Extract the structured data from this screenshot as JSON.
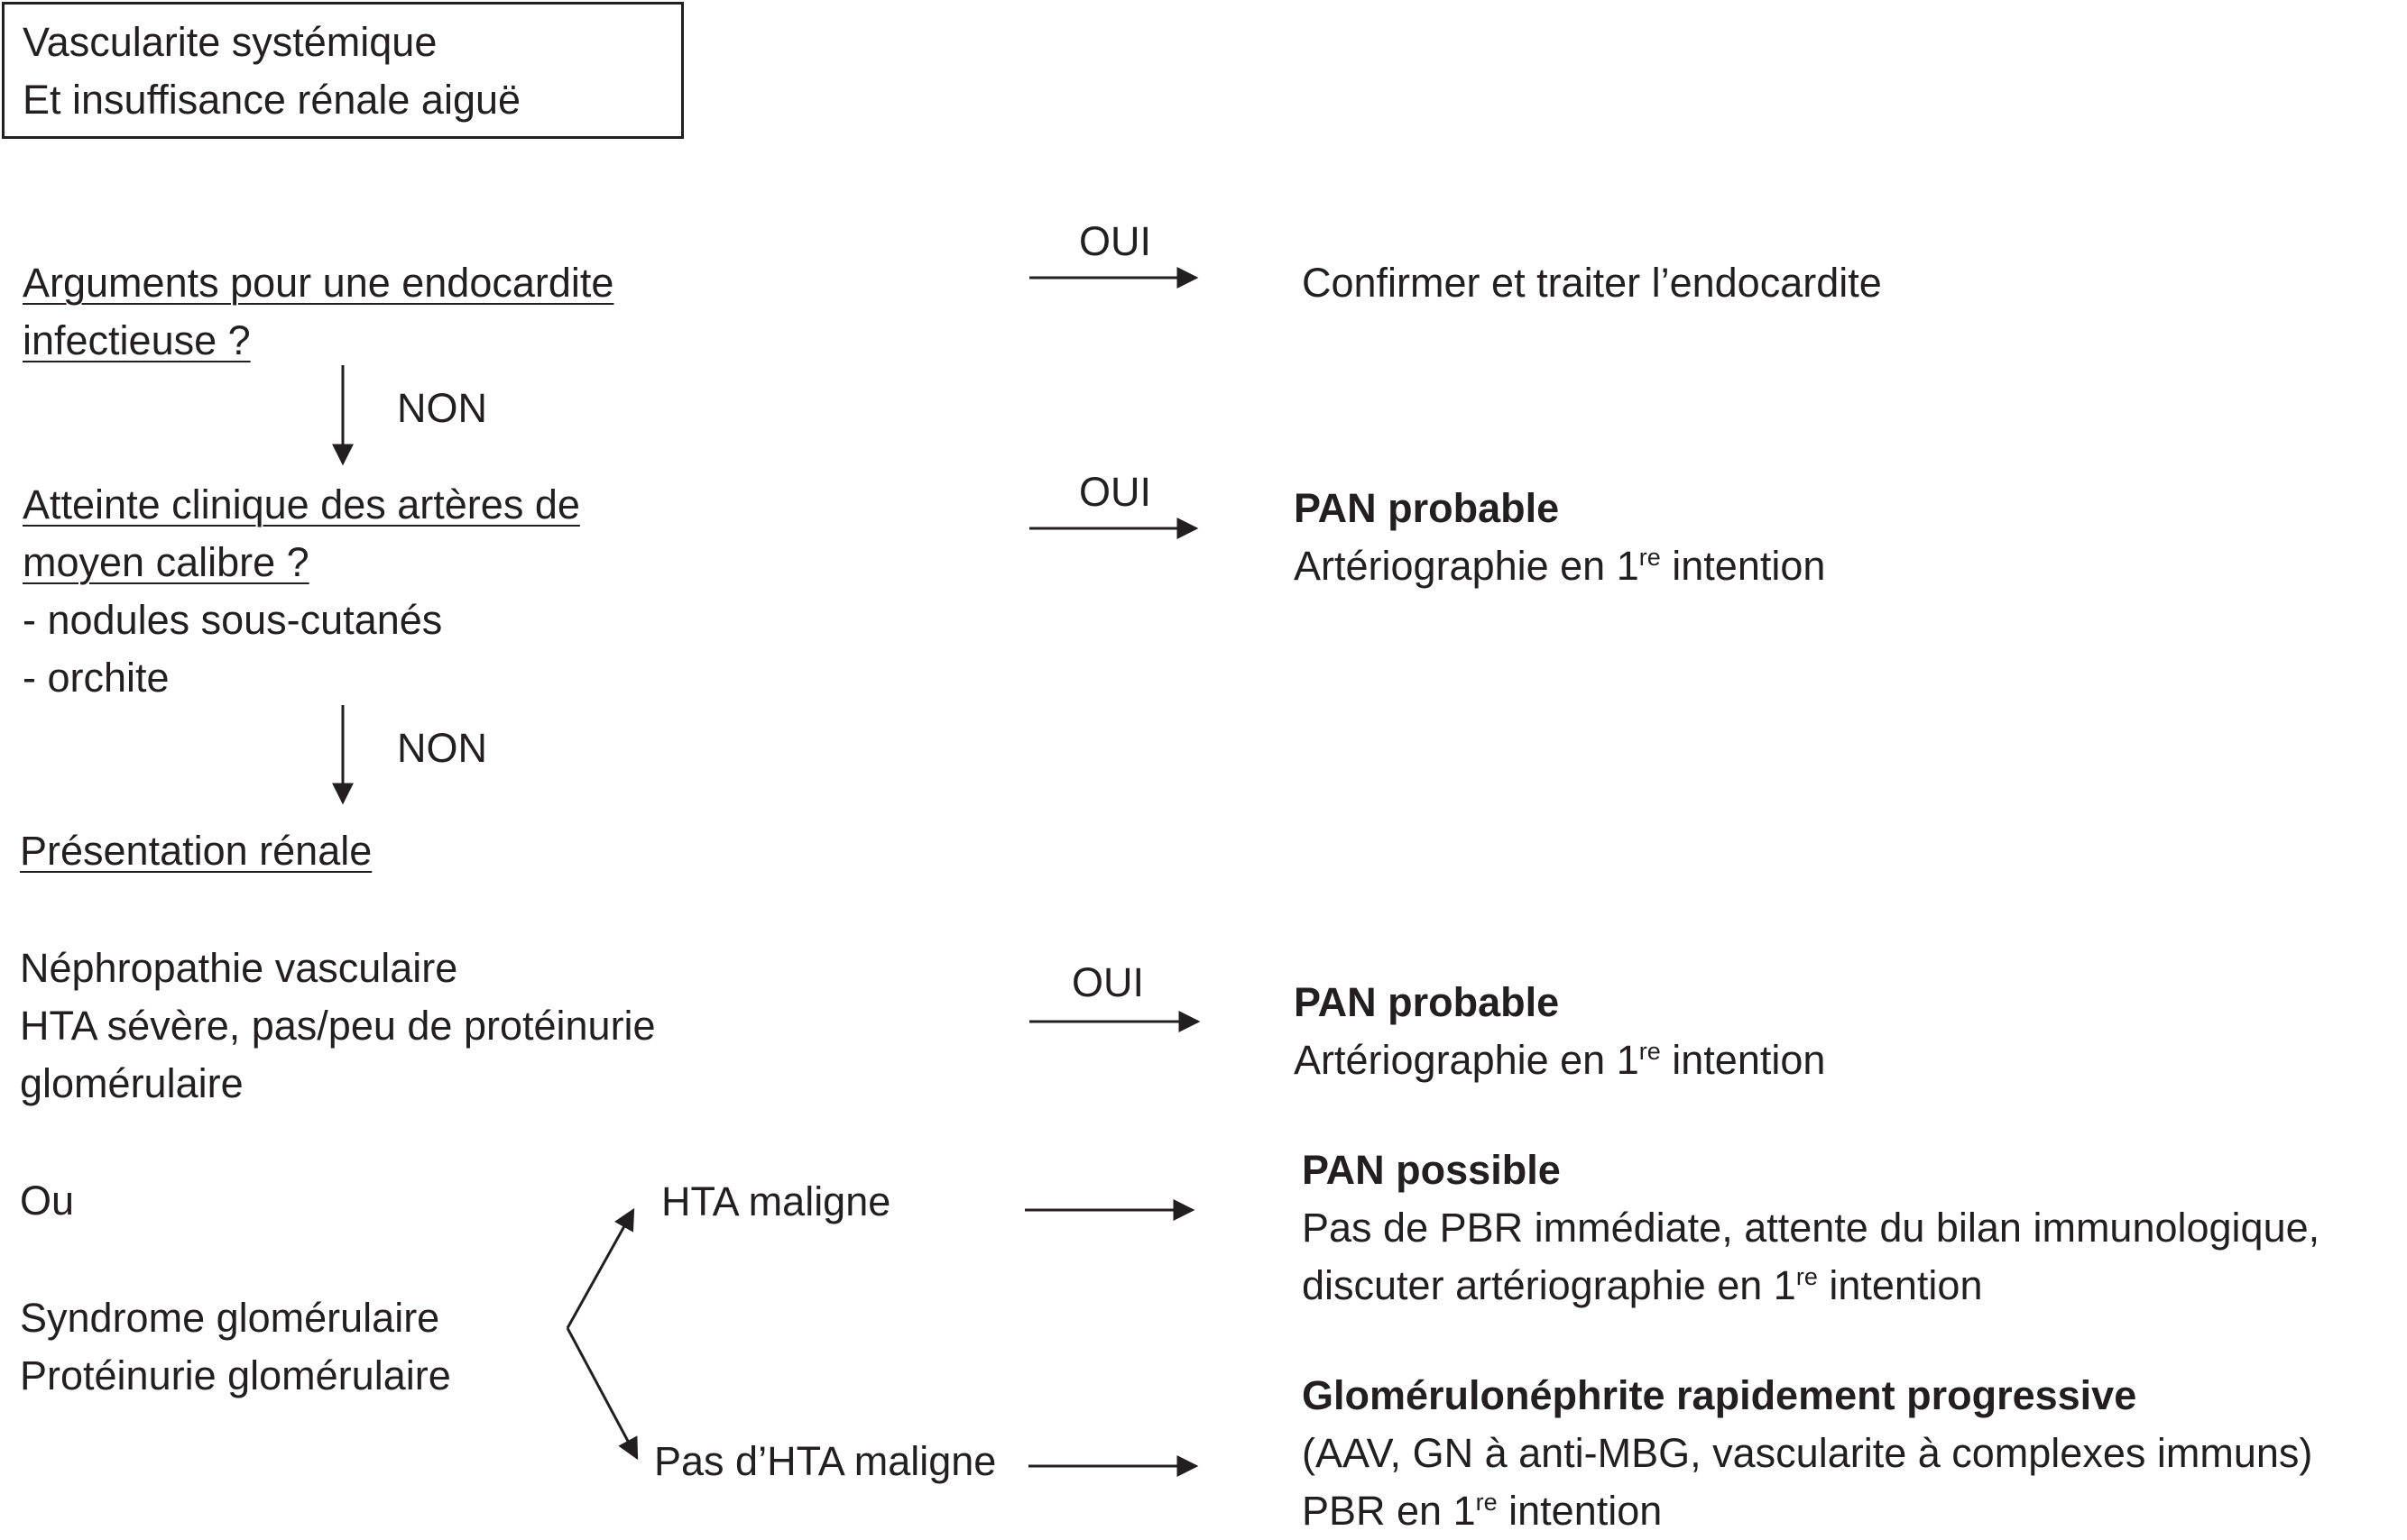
{
  "title": [
    "Vascularite systémique",
    "Et insuffisance rénale aiguë"
  ],
  "nodes": {
    "endocardite_q": [
      "Arguments pour une endocardite",
      "infectieuse ?"
    ],
    "arteres_q": [
      "Atteinte clinique des artères de",
      "moyen calibre ?"
    ],
    "arteres_signs": [
      "- nodules sous-cutanés",
      "- orchite"
    ],
    "presentation": "Présentation rénale",
    "nephropathie": [
      "Néphropathie vasculaire",
      "HTA sévère, pas/peu de protéinurie",
      "glomérulaire"
    ],
    "ou": "Ou",
    "syndrome": [
      "Syndrome glomérulaire",
      "Protéinurie glomérulaire"
    ],
    "hta_maligne": "HTA maligne",
    "pas_hta_maligne": "Pas d’HTA maligne"
  },
  "edge_labels": {
    "oui": "OUI",
    "non": "NON"
  },
  "outcomes": {
    "endocardite": "Confirmer et traiter l’endocardite",
    "pan_probable_1": {
      "title": "PAN probable",
      "line_pre": "Artériographie en 1",
      "line_sup": "re",
      "line_post": " intention"
    },
    "pan_probable_2": {
      "title": "PAN probable",
      "line_pre": "Artériographie en 1",
      "line_sup": "re",
      "line_post": " intention"
    },
    "pan_possible": {
      "title": "PAN possible",
      "line1": "Pas de PBR immédiate, attente du bilan immunologique,",
      "line2_pre": "discuter artériographie en 1",
      "line2_sup": "re",
      "line2_post": " intention"
    },
    "gnrp": {
      "title": "Glomérulonéphrite rapidement progressive",
      "line1": "(AAV, GN à anti-MBG, vascularite à complexes immuns)",
      "line2_pre": "PBR en 1",
      "line2_sup": "re",
      "line2_post": " intention"
    }
  }
}
